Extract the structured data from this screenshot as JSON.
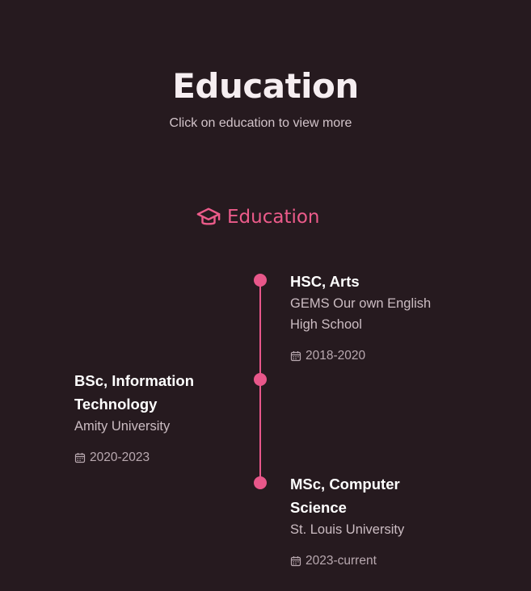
{
  "header": {
    "title": "Education",
    "subtitle": "Click on education to view more"
  },
  "tab": {
    "label": "Education",
    "icon": "graduation-cap-icon",
    "color": "#ec5b8a"
  },
  "timeline": {
    "accent_color": "#e8578a",
    "entries": [
      {
        "degree_line1": "HSC, Arts",
        "school_line1": "GEMS Our own English",
        "school_line2": "High School",
        "date": "2018-2020",
        "side": "right"
      },
      {
        "degree_line1": "BSc, Information",
        "degree_line2": "Technology",
        "school_line1": "Amity University",
        "date": "2020-2023",
        "side": "left"
      },
      {
        "degree_line1": "MSc, Computer",
        "degree_line2": "Science",
        "school_line1": "St. Louis University",
        "date": "2023-current",
        "side": "right"
      }
    ]
  }
}
